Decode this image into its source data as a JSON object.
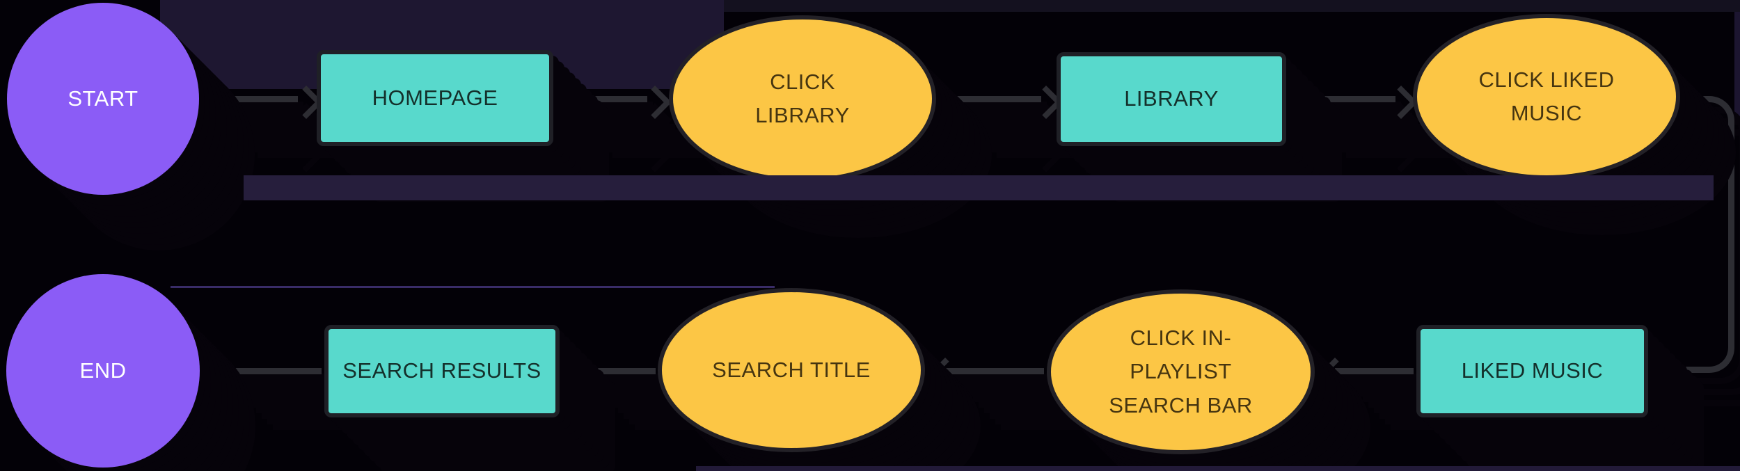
{
  "flowchart": {
    "nodes": [
      {
        "id": "start",
        "type": "terminator-circle",
        "label": "START"
      },
      {
        "id": "homepage",
        "type": "process-rect",
        "label": "HOMEPAGE"
      },
      {
        "id": "click-library",
        "type": "action-ellipse",
        "label": "CLICK LIBRARY"
      },
      {
        "id": "library",
        "type": "process-rect",
        "label": "LIBRARY"
      },
      {
        "id": "click-liked-music",
        "type": "action-ellipse",
        "label": "CLICK LIKED MUSIC"
      },
      {
        "id": "liked-music",
        "type": "process-rect",
        "label": "LIKED MUSIC"
      },
      {
        "id": "click-in-playlist-search-bar",
        "type": "action-ellipse",
        "label": "CLICK IN-PLAYLIST SEARCH BAR"
      },
      {
        "id": "search-title",
        "type": "action-ellipse",
        "label": "SEARCH TITLE"
      },
      {
        "id": "search-results",
        "type": "process-rect",
        "label": "SEARCH RESULTS"
      },
      {
        "id": "end",
        "type": "terminator-circle",
        "label": "END"
      }
    ],
    "edges": [
      {
        "from": "START",
        "to": "HOMEPAGE",
        "direction": "right"
      },
      {
        "from": "HOMEPAGE",
        "to": "CLICK LIBRARY",
        "direction": "right"
      },
      {
        "from": "CLICK LIBRARY",
        "to": "LIBRARY",
        "direction": "right"
      },
      {
        "from": "LIBRARY",
        "to": "CLICK LIKED MUSIC",
        "direction": "right"
      },
      {
        "from": "CLICK LIKED MUSIC",
        "to": "LIKED MUSIC",
        "direction": "wrap-right-down-left"
      },
      {
        "from": "LIKED MUSIC",
        "to": "CLICK IN-PLAYLIST SEARCH BAR",
        "direction": "left"
      },
      {
        "from": "CLICK IN-PLAYLIST SEARCH BAR",
        "to": "SEARCH TITLE",
        "direction": "left"
      },
      {
        "from": "SEARCH TITLE",
        "to": "SEARCH RESULTS",
        "direction": "left"
      },
      {
        "from": "SEARCH RESULTS",
        "to": "END",
        "direction": "left"
      }
    ],
    "colors": {
      "terminator_fill": "#8b5cf6",
      "terminator_text": "#ffffff",
      "process_fill": "#58d9cc",
      "process_text": "#14302b",
      "action_fill": "#fcc645",
      "action_text": "#463510",
      "node_border": "#1f2026",
      "arrow": "#2d2d33",
      "background": "#030107",
      "background_band": "#1e1731",
      "stripe": "#261e3c",
      "long_shadow": "#06030a"
    }
  }
}
